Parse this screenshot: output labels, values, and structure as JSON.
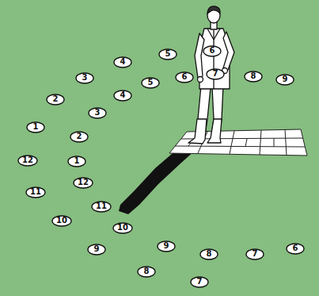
{
  "diagram": {
    "nodes": [
      {
        "text": [
          "6"
        ]
      },
      {
        "text": [
          "5"
        ]
      },
      {
        "text": [
          "4"
        ]
      },
      {
        "text": [
          "7"
        ]
      },
      {
        "text": [
          "8"
        ]
      },
      {
        "text": [
          "6"
        ]
      },
      {
        "text": [
          "3"
        ]
      },
      {
        "text": [
          "9"
        ]
      },
      {
        "text": [
          "5"
        ]
      },
      {
        "text": [
          "4"
        ]
      },
      {
        "text": [
          "2"
        ]
      },
      {
        "text": [
          "3"
        ]
      },
      {
        "text": [
          "1"
        ]
      },
      {
        "text": [
          "2"
        ]
      },
      {
        "text": [
          "12"
        ]
      },
      {
        "text": [
          "1"
        ]
      },
      {
        "text": [
          "12"
        ]
      },
      {
        "text": [
          "11"
        ]
      },
      {
        "text": [
          "11"
        ]
      },
      {
        "text": [
          "10"
        ]
      },
      {
        "text": [
          "10"
        ]
      },
      {
        "text": [
          "9"
        ]
      },
      {
        "text": [
          "6"
        ]
      },
      {
        "text": [
          "9"
        ]
      },
      {
        "text": [
          "8"
        ]
      },
      {
        "text": [
          "7"
        ]
      },
      {
        "text": [
          "8"
        ]
      },
      {
        "text": [
          "7"
        ]
      }
    ]
  }
}
